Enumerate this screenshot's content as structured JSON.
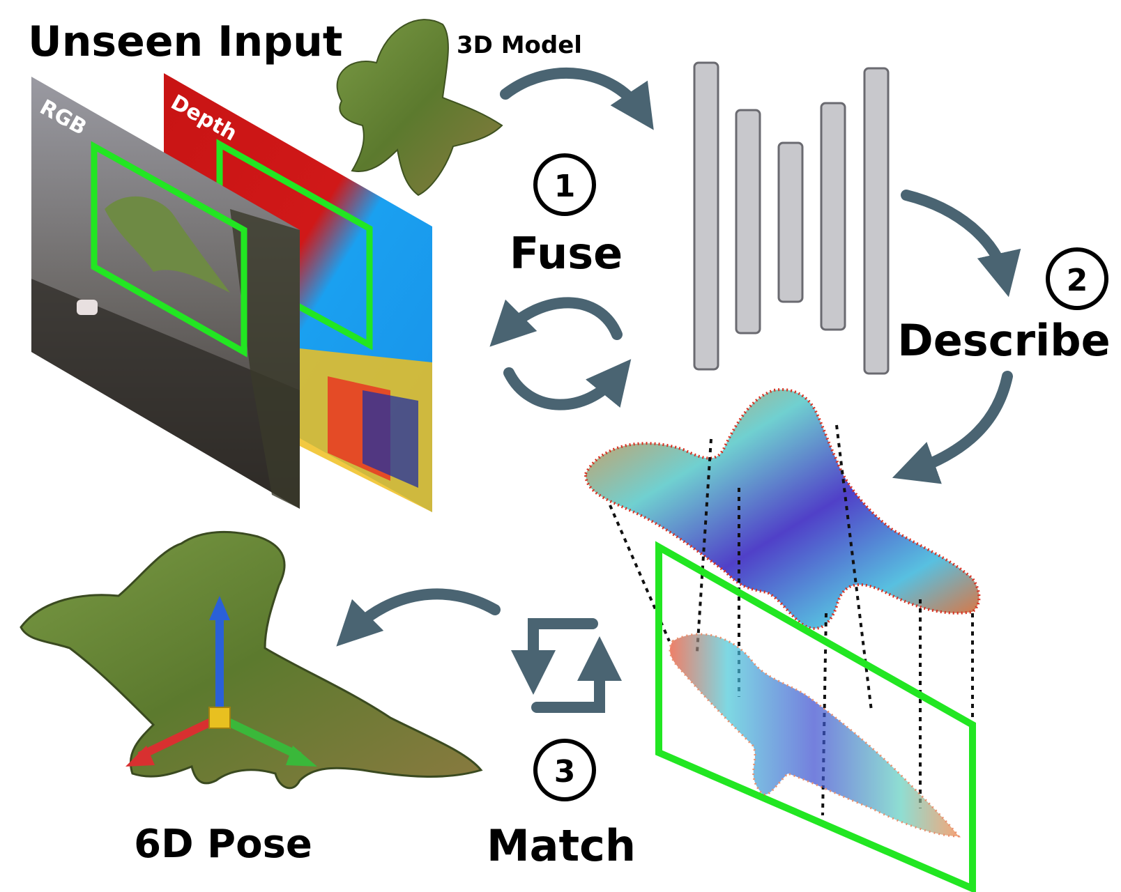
{
  "title": "Unseen Input",
  "model_label": "3D Model",
  "rgb_label": "RGB",
  "depth_label": "Depth",
  "steps": [
    {
      "number": "1",
      "label": "Fuse"
    },
    {
      "number": "2",
      "label": "Describe"
    },
    {
      "number": "3",
      "label": "Match"
    }
  ],
  "output_label": "6D Pose",
  "colors": {
    "arrow": "#4a6472",
    "box": "#22e622",
    "depth_red": "#c81414",
    "depth_blue": "#1aa0f0"
  }
}
